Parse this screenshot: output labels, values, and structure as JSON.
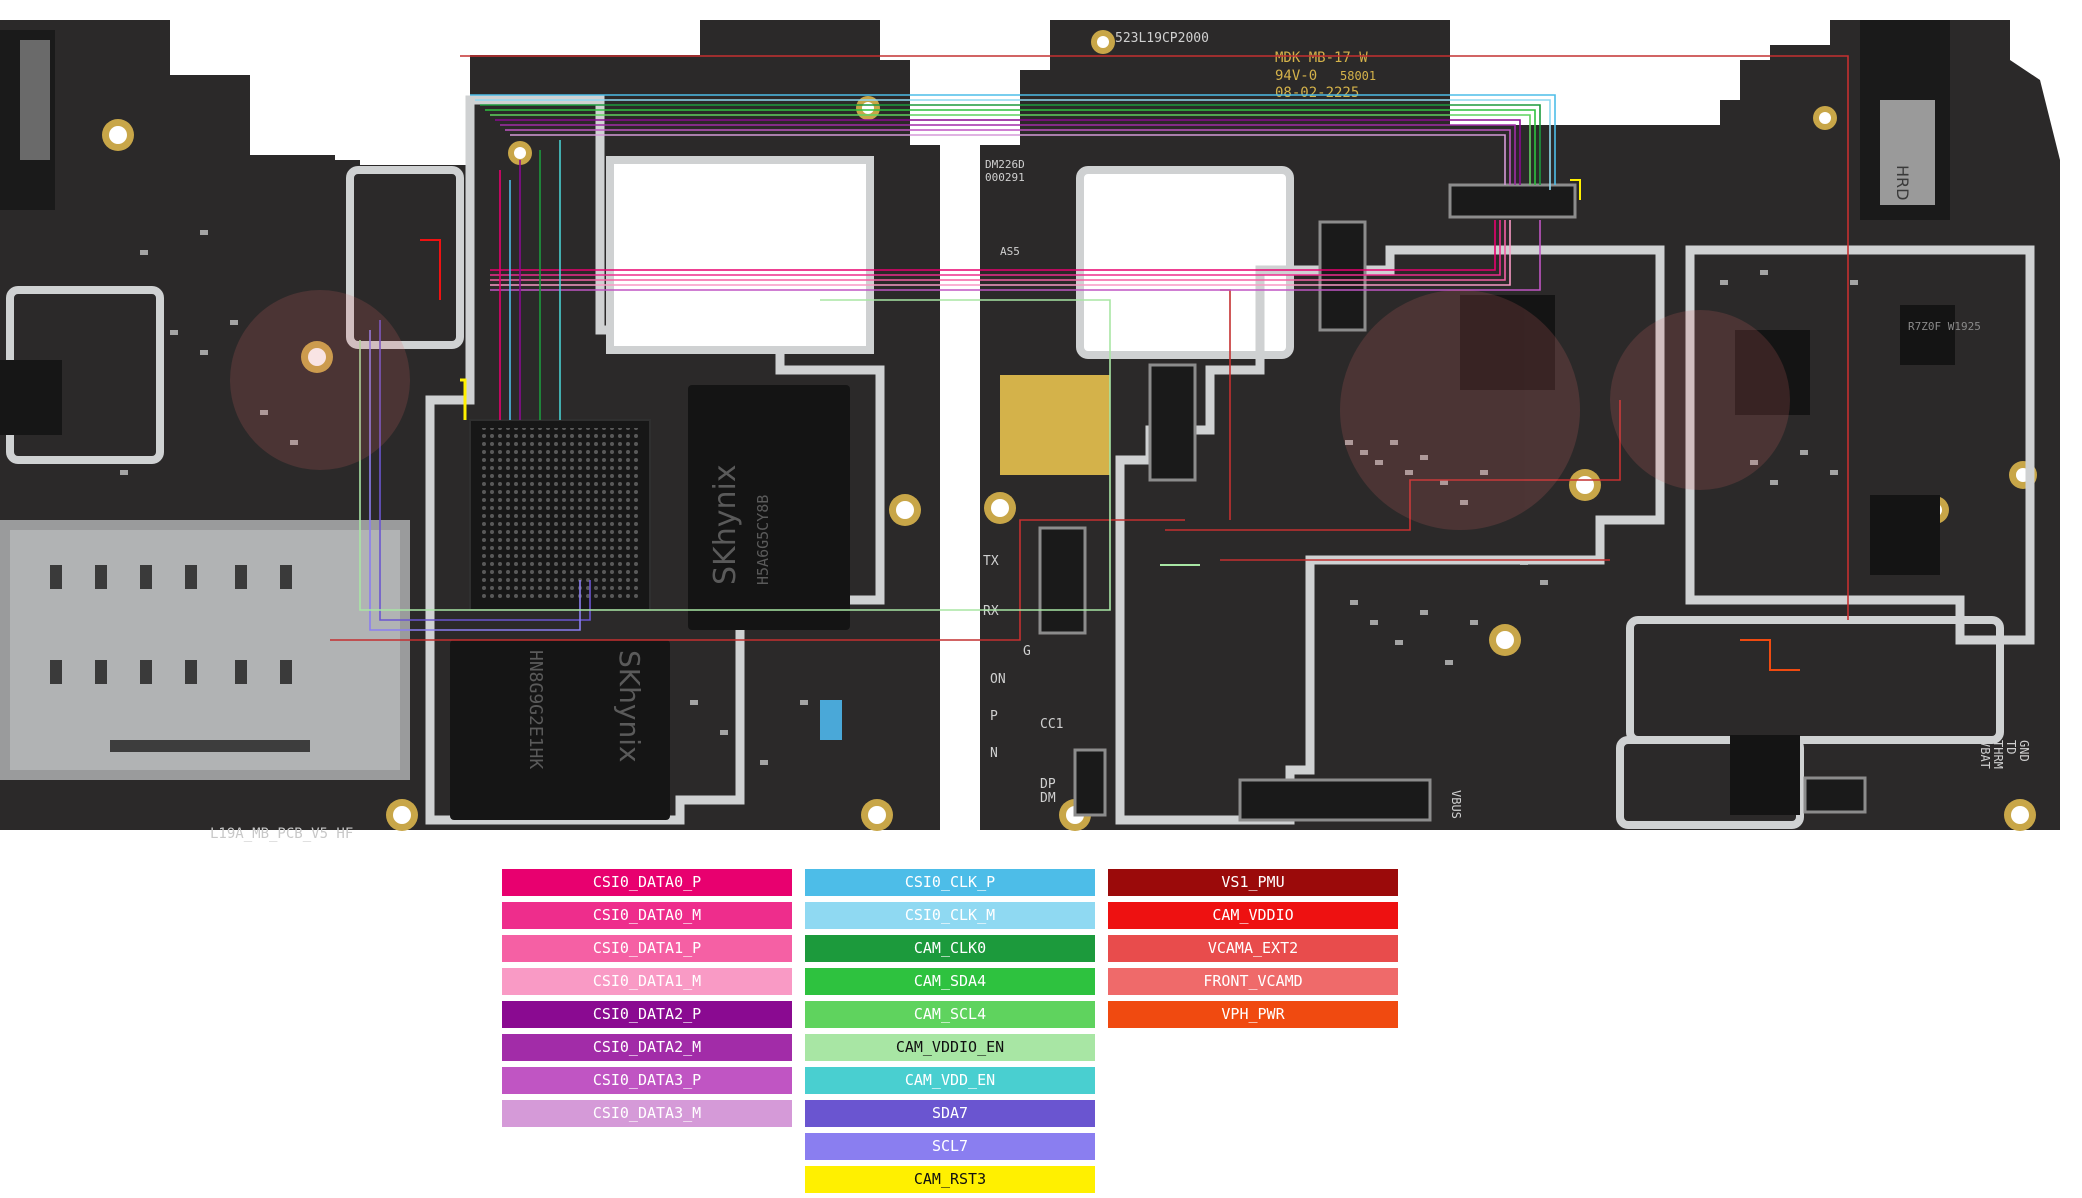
{
  "board": {
    "left_silk": "L19A_MB_PCB_V5 HF",
    "center_top_silk": "523L19CP2000",
    "maker_silk": [
      "MDK MB-17 W",
      "94V-0",
      "58001",
      "08-02-2225"
    ],
    "board_code_silk": [
      "DM226D",
      "000291"
    ],
    "chip_silk_sk": "SKhynix",
    "chip_silk_sk2": "H5A6G5CY8B",
    "chip_silk_hn": "HN8G9G2E1HK",
    "pmic_silk": "R7Z0F W1925",
    "ant_silk": "HRD",
    "pin_labels_left": [
      "TX",
      "RX",
      "G",
      "ON",
      "P",
      "N",
      "CC1",
      "DP",
      "DM"
    ],
    "pin_labels_right": [
      "GND",
      "TD",
      "THRM",
      "VBAT"
    ],
    "vbus_silk": "VBUS",
    "as_silk": "AS5",
    "colors": {
      "pcb": "#2b2929",
      "pcb_dark": "#1f1e1e",
      "shield": "#cfd1d2",
      "gold": "#d4b24a",
      "chip": "#141414"
    }
  },
  "legend": {
    "col1": [
      {
        "label": "CSI0_DATA0_P",
        "color": "#e8006f"
      },
      {
        "label": "CSI0_DATA0_M",
        "color": "#ee2d8c"
      },
      {
        "label": "CSI0_DATA1_P",
        "color": "#f560a4"
      },
      {
        "label": "CSI0_DATA1_M",
        "color": "#f99ac5"
      },
      {
        "label": "CSI0_DATA2_P",
        "color": "#8a0a91"
      },
      {
        "label": "CSI0_DATA2_M",
        "color": "#a22ca8"
      },
      {
        "label": "CSI0_DATA3_P",
        "color": "#c055c3"
      },
      {
        "label": "CSI0_DATA3_M",
        "color": "#d59ad8"
      }
    ],
    "col2": [
      {
        "label": "CSI0_CLK_P",
        "color": "#4dbde8"
      },
      {
        "label": "CSI0_CLK_M",
        "color": "#8fd9f2"
      },
      {
        "label": "CAM_CLK0",
        "color": "#1c9a3c"
      },
      {
        "label": "CAM_SDA4",
        "color": "#2ec23f"
      },
      {
        "label": "CAM_SCL4",
        "color": "#5fd35e"
      },
      {
        "label": "CAM_VDDIO_EN",
        "color": "#a8e6a4"
      },
      {
        "label": "CAM_VDD_EN",
        "color": "#49cfd0"
      },
      {
        "label": "SDA7",
        "color": "#6a55d0"
      },
      {
        "label": "SCL7",
        "color": "#8a7ef0"
      },
      {
        "label": "CAM_RST3",
        "color": "#fff000"
      }
    ],
    "col3": [
      {
        "label": "VS1_PMU",
        "color": "#9b0a0a"
      },
      {
        "label": "CAM_VDDIO",
        "color": "#ee1111"
      },
      {
        "label": "VCAMA_EXT2",
        "color": "#e84c4c"
      },
      {
        "label": "FRONT_VCAMD",
        "color": "#ef6a6a"
      },
      {
        "label": "VPH_PWR",
        "color": "#f04a10"
      }
    ]
  }
}
